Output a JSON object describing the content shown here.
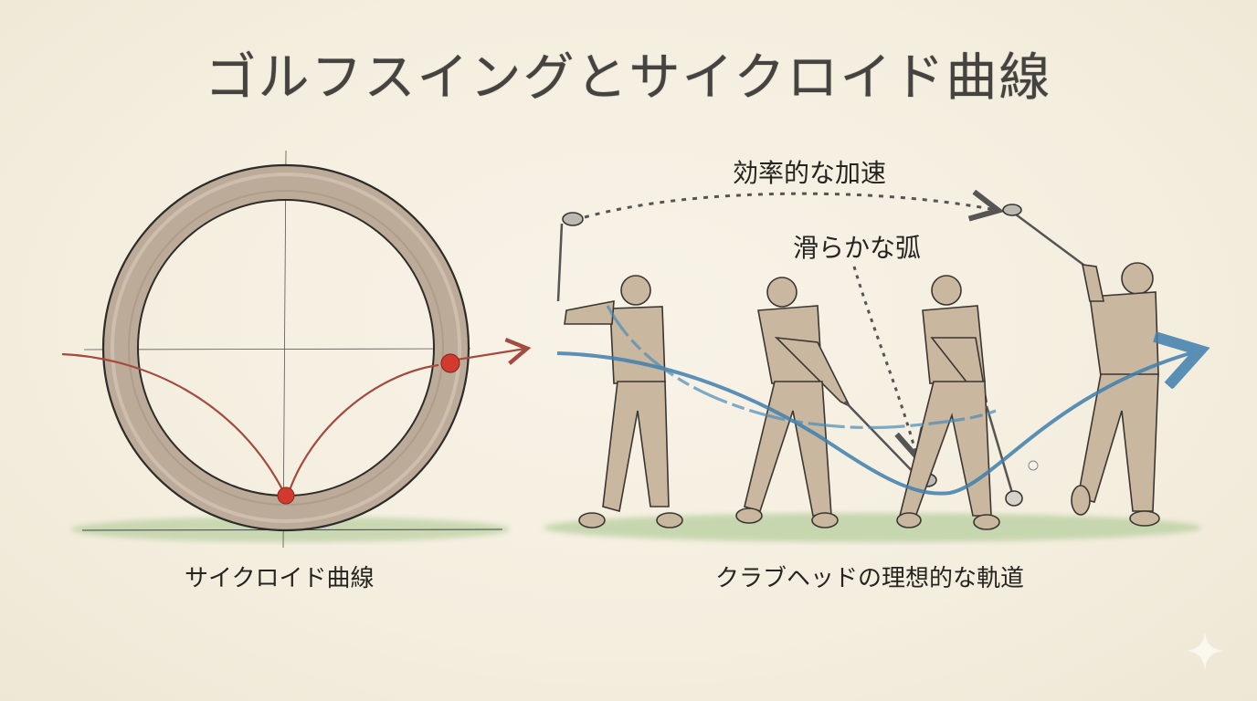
{
  "title": "ゴルフスイングとサイクロイド曲線",
  "left_panel": {
    "caption": "サイクロイド曲線",
    "elements": [
      "rolling-wheel",
      "cycloid-curve",
      "start-point-dot",
      "current-point-dot",
      "direction-arrow",
      "ground"
    ],
    "colors": {
      "wheel": "#b8a898",
      "curve": "#a44a3f",
      "dot": "#d23a2e",
      "ground": "#b7cf9f"
    }
  },
  "right_panel": {
    "caption": "クラブヘッドの理想的な軌道",
    "annotations": {
      "top_arrow": "効率的な加速",
      "arc_pointer": "滑らかな弧"
    },
    "golfer_phases": [
      "backswing",
      "downswing",
      "impact",
      "follow-through"
    ],
    "colors": {
      "trajectory": "#3f7fad",
      "golfer": "#c9b7a0",
      "ground": "#b7cf9f"
    }
  },
  "watermark": "sparkle-icon"
}
